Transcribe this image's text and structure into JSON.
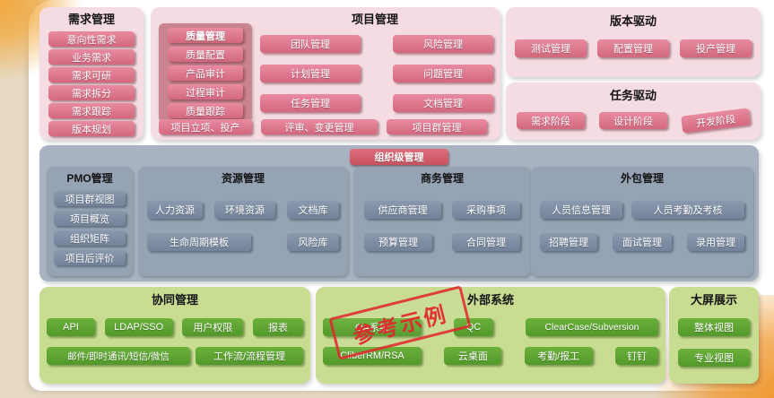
{
  "colors": {
    "rose_button": "#d96e84",
    "pink_panel": "#f5dce2",
    "quality_box": "#c8848f",
    "org_header_red": "#d4606f",
    "gray_panel": "#a8b2c1",
    "gray_subpanel": "#95a3b5",
    "gray_button": "#7c8ba0",
    "green_panel": "#c8dc92",
    "green_button": "#5da32f",
    "stamp_red": "#e3242b",
    "background_beige": "#e7dac3",
    "corner_orange": "#f2a93e"
  },
  "stamp": {
    "text": "参考示例"
  },
  "top": {
    "requirements": {
      "title": "需求管理",
      "items": [
        "意向性需求",
        "业务需求",
        "需求可研",
        "需求拆分",
        "需求跟踪",
        "版本规划"
      ]
    },
    "project": {
      "title": "项目管理",
      "quality": {
        "title": "质量管理",
        "items": [
          "质量配置",
          "产品审计",
          "过程审计",
          "质量跟踪"
        ]
      },
      "grid": {
        "col1": [
          "团队管理",
          "计划管理",
          "任务管理"
        ],
        "col2": [
          "风险管理",
          "问题管理",
          "文档管理"
        ]
      },
      "footer": [
        "项目立项、投产",
        "评审、变更管理",
        "项目群管理"
      ]
    },
    "version_driven": {
      "title": "版本驱动",
      "items": [
        "测试管理",
        "配置管理",
        "投产管理"
      ]
    },
    "task_driven": {
      "title": "任务驱动",
      "items": [
        "需求阶段",
        "设计阶段",
        "开发阶段"
      ]
    }
  },
  "org": {
    "title": "组织级管理",
    "pmo": {
      "title": "PMO管理",
      "items": [
        "项目群视图",
        "项目概览",
        "组织矩阵",
        "项目后评价"
      ]
    },
    "resource": {
      "title": "资源管理",
      "row1": [
        "人力资源",
        "环境资源",
        "文档库"
      ],
      "row2": [
        "生命周期模板",
        "风险库"
      ]
    },
    "business": {
      "title": "商务管理",
      "row1": [
        "供应商管理",
        "采购事项"
      ],
      "row2": [
        "预算管理",
        "合同管理"
      ]
    },
    "outsourcing": {
      "title": "外包管理",
      "row1": [
        "人员信息管理",
        "人员考勤及考核"
      ],
      "row2": [
        "招聘管理",
        "面试管理",
        "录用管理"
      ]
    }
  },
  "bottom": {
    "collaboration": {
      "title": "协同管理",
      "row1": [
        "API",
        "LDAP/SSO",
        "用户权限",
        "报表"
      ],
      "row2": [
        "邮件/即时通讯/短信/微信",
        "工作流/流程管理"
      ]
    },
    "external": {
      "title": "外部系统",
      "row1": [
        "OA系统",
        "QC",
        "ClearCase/Subversion"
      ],
      "row2": [
        "CliberRM/RSA",
        "云桌面",
        "考勤/报工",
        "钉钉"
      ]
    },
    "display": {
      "title": "大屏展示",
      "items": [
        "整体视图",
        "专业视图"
      ]
    }
  }
}
